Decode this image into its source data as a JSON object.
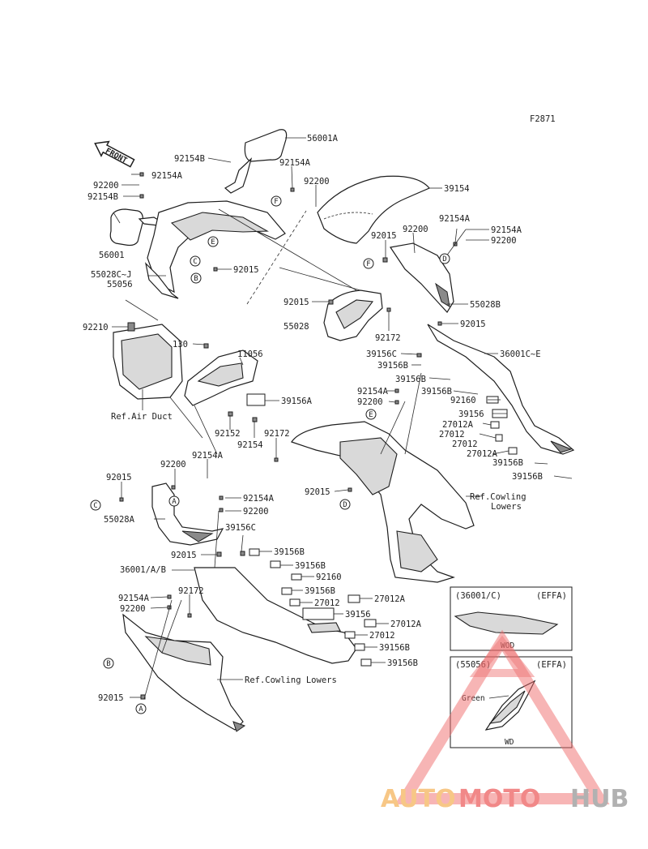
{
  "diagram_code": "F2871",
  "front_arrow": "FRONT",
  "labels": {
    "p56001A": "56001A",
    "p92154B_1": "92154B",
    "p92154A_1": "92154A",
    "p92200_1": "92200",
    "p92154B_2": "92154B",
    "p56001": "56001",
    "p55028CJ": "55028C~J",
    "p55056": "55056",
    "p92015_1": "92015",
    "p92154A_2": "92154A",
    "p92200_2": "92200",
    "p39154": "39154",
    "p92200_3": "92200",
    "p92154A_3": "92154A",
    "p92154A_4": "92154A",
    "p92015_2": "92015",
    "p92200_4": "92200",
    "p92015_3": "92015",
    "p55028": "55028",
    "p92172_1": "92172",
    "p55028B": "55028B",
    "p92015_4": "92015",
    "p92210": "92210",
    "p130": "130",
    "p11056": "11056",
    "p39156C_1": "39156C",
    "p39156B_1": "39156B",
    "p36001CE": "36001C~E",
    "p39156A": "39156A",
    "p39156B_2": "39156B",
    "p92154A_5": "92154A",
    "p39156B_3": "39156B",
    "p92200_5": "92200",
    "p92160_1": "92160",
    "p39156_1": "39156",
    "p27012A_1": "27012A",
    "p27012_1": "27012",
    "p27012_2": "27012",
    "p27012A_2": "27012A",
    "p39156B_4": "39156B",
    "p39156B_5": "39156B",
    "ref_air_duct": "Ref.Air Duct",
    "p92152": "92152",
    "p92154": "92154",
    "p92172_2": "92172",
    "p92154A_6": "92154A",
    "p92200_6": "92200",
    "p92015_5": "92015",
    "p92015_6": "92015",
    "ref_cowling_lowers_1": "Ref.Cowling",
    "ref_cowling_lowers_1b": "Lowers",
    "p55028A": "55028A",
    "p92154A_7": "92154A",
    "p92200_7": "92200",
    "p39156C_2": "39156C",
    "p92015_7": "92015",
    "p39156B_6": "39156B",
    "p36001AB": "36001/A/B",
    "p39156B_7": "39156B",
    "p92160_2": "92160",
    "p39156B_8": "39156B",
    "p27012_3": "27012",
    "p39156_2": "39156",
    "p27012A_3": "27012A",
    "p27012A_4": "27012A",
    "p27012_4": "27012",
    "p39156B_9": "39156B",
    "p39156B_10": "39156B",
    "p92154A_8": "92154A",
    "p92172_3": "92172",
    "p92200_8": "92200",
    "ref_cowling_lowers_2": "Ref.Cowling Lowers",
    "p92015_8": "92015"
  },
  "callouts": {
    "A": "A",
    "B": "B",
    "C": "C",
    "D": "D",
    "E": "E",
    "F": "F"
  },
  "inset1": {
    "code": "(36001/C)",
    "variant": "(EFFA)",
    "caption": "WOD"
  },
  "inset2": {
    "code": "(55056)",
    "variant": "(EFFA)",
    "color_label": "Green",
    "caption": "WD"
  },
  "watermark": {
    "part1": "AUTO",
    "part2": "MOTO",
    "part3": "HUB",
    "color1": "#f7c27a",
    "color2": "#f07c7c",
    "color3": "#a9a9a9",
    "triangle_color": "#ee6a6a"
  }
}
